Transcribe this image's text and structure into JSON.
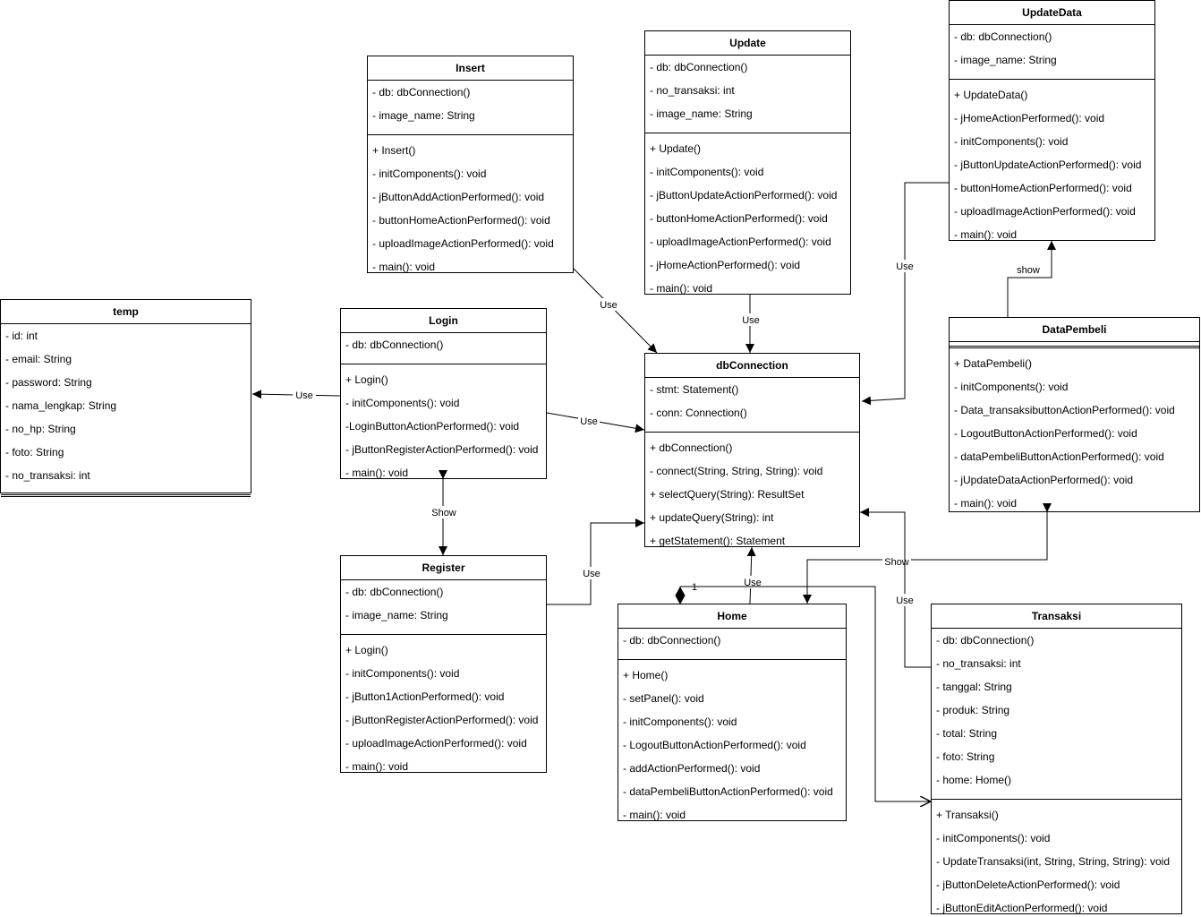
{
  "classes": [
    {
      "id": "UpdateData",
      "name": "UpdateData",
      "attributes": [
        "- db: dbConnection()",
        "- image_name: String"
      ],
      "operations": [
        "+ UpdateData()",
        "- jHomeActionPerformed(): void",
        "- initComponents(): void",
        "- jButtonUpdateActionPerformed(): void",
        "- buttonHomeActionPerformed(): void",
        "- uploadImageActionPerformed(): void",
        "- main(): void"
      ]
    },
    {
      "id": "Update",
      "name": "Update",
      "attributes": [
        "- db: dbConnection()",
        "- no_transaksi: int",
        "- image_name: String"
      ],
      "operations": [
        "+ Update()",
        "- initComponents(): void",
        "- jButtonUpdateActionPerformed(): void",
        "- buttonHomeActionPerformed(): void",
        "- uploadImageActionPerformed(): void",
        "- jHomeActionPerformed(): void",
        "- main(): void"
      ]
    },
    {
      "id": "Insert",
      "name": "Insert",
      "attributes": [
        "- db: dbConnection()",
        "- image_name: String"
      ],
      "operations": [
        "+ Insert()",
        "- initComponents(): void",
        "- jButtonAddActionPerformed(): void",
        "- buttonHomeActionPerformed(): void",
        "- uploadImageActionPerformed(): void",
        "- main(): void"
      ]
    },
    {
      "id": "temp",
      "name": "temp",
      "attributes": [
        "- id: int",
        "- email: String",
        "- password: String",
        "- nama_lengkap: String",
        "- no_hp: String",
        "- foto: String",
        "- no_transaksi: int"
      ],
      "operations": []
    },
    {
      "id": "Login",
      "name": "Login",
      "attributes": [
        "- db: dbConnection()"
      ],
      "operations": [
        "+ Login()",
        "- initComponents(): void",
        "-LoginButtonActionPerformed(): void",
        "- jButtonRegisterActionPerformed(): void",
        "- main(): void"
      ]
    },
    {
      "id": "dbConnection",
      "name": "dbConnection",
      "attributes": [
        "- stmt: Statement()",
        "- conn: Connection()"
      ],
      "operations": [
        "+ dbConnection()",
        "- connect(String, String, String): void",
        "+ selectQuery(String): ResultSet",
        "+ updateQuery(String): int",
        "+ getStatement(): Statement"
      ]
    },
    {
      "id": "DataPembeli",
      "name": "DataPembeli",
      "attributes": [],
      "operations": [
        "+ DataPembeli()",
        "- initComponents(): void",
        "- Data_transaksibuttonActionPerformed(): void",
        "- LogoutButtonActionPerformed(): void",
        "- dataPembeliButtonActionPerformed(): void",
        "- jUpdateDataActionPerformed(): void",
        "- main(): void"
      ]
    },
    {
      "id": "Register",
      "name": "Register",
      "attributes": [
        "- db: dbConnection()",
        "- image_name: String"
      ],
      "operations": [
        "+ Login()",
        "- initComponents(): void",
        "- jButton1ActionPerformed(): void",
        "- jButtonRegisterActionPerformed(): void",
        "- uploadImageActionPerformed(): void",
        "- main(): void"
      ]
    },
    {
      "id": "Home",
      "name": "Home",
      "attributes": [
        "- db: dbConnection()"
      ],
      "operations": [
        "+ Home()",
        "- setPanel(): void",
        "- initComponents(): void",
        "- LogoutButtonActionPerformed(): void",
        "- addActionPerformed(): void",
        "- dataPembeliButtonActionPerformed(): void",
        "- main(): void"
      ]
    },
    {
      "id": "Transaksi",
      "name": "Transaksi",
      "attributes": [
        "- db: dbConnection()",
        "- no_transaksi: int",
        "- tanggal: String",
        "- produk: String",
        "- total: String",
        "- foto: String",
        "- home: Home()"
      ],
      "operations": [
        "+ Transaksi()",
        "- initComponents(): void",
        "- UpdateTransaksi(int, String, String, String): void",
        "- jButtonDeleteActionPerformed(): void",
        "- jButtonEditActionPerformed(): void"
      ]
    }
  ],
  "edge_labels": {
    "insert_use": "Use",
    "update_use": "Use",
    "updatedata_use": "Use",
    "login_temp_use": "Use",
    "login_db_use": "Use",
    "login_register_show": "Show",
    "register_db_use": "Use",
    "home_db_use": "Use",
    "home_transaksi_mult": "1",
    "datapembeli_updatedata_show": "show",
    "datapembeli_home_show": "Show",
    "transaksi_db_use": "Use"
  }
}
